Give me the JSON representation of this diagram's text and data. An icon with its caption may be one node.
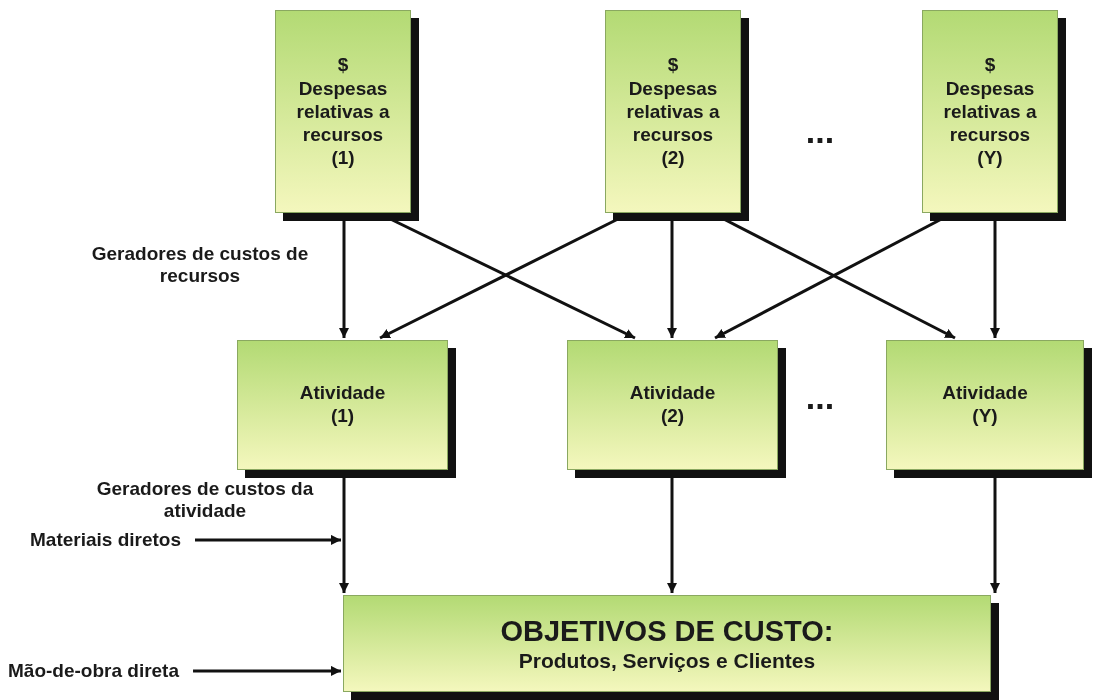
{
  "diagram": {
    "nodes": [
      {
        "text": [
          "$",
          "Despesas relativas a recursos (1)"
        ]
      },
      {
        "text": [
          "$",
          "Despesas relativas a recursos (2)"
        ]
      },
      {
        "text": [
          "$",
          "Despesas relativas a recursos (Y)"
        ]
      },
      {
        "text": [
          "Atividade (1)"
        ]
      },
      {
        "text": [
          "Atividade (2)"
        ]
      },
      {
        "text": [
          "Atividade (Y)"
        ]
      },
      {
        "text": [
          "OBJETIVOS DE CUSTO:",
          "Produtos, Serviços e Clientes"
        ]
      },
      {
        "text": [
          "Materiais diretos"
        ]
      },
      {
        "text": [
          "Mão-de-obra direta"
        ]
      }
    ],
    "edges": [
      {
        "from": 0,
        "to": 3,
        "arrow": "to"
      },
      {
        "from": 0,
        "to": 4,
        "arrow": "to"
      },
      {
        "from": 1,
        "to": 3,
        "arrow": "to"
      },
      {
        "from": 1,
        "to": 4,
        "arrow": "to"
      },
      {
        "from": 1,
        "to": 5,
        "arrow": "to"
      },
      {
        "from": 2,
        "to": 4,
        "arrow": "to"
      },
      {
        "from": 2,
        "to": 5,
        "arrow": "to"
      },
      {
        "from": 3,
        "to": 6,
        "arrow": "to"
      },
      {
        "from": 4,
        "to": 6,
        "arrow": "to"
      },
      {
        "from": 5,
        "to": 6,
        "arrow": "to"
      },
      {
        "from": 7,
        "to": 6,
        "arrow": "to"
      },
      {
        "from": 8,
        "to": 6,
        "arrow": "to"
      }
    ],
    "labels": [
      "...",
      "Geradores de custos de recursos",
      "...",
      "Geradores de custos da atividade"
    ]
  }
}
